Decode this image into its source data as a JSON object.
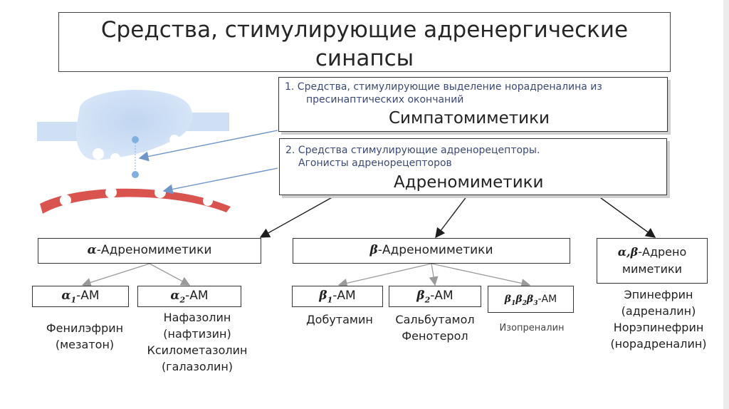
{
  "title": {
    "line1": "Средства, стимулирующие адренергические",
    "line2": "синапсы"
  },
  "group1": {
    "line1": "1.   Средства, стимулирующие выделение норадреналина из",
    "line2": "пресинаптических окончаний",
    "name": "Симпатомиметики"
  },
  "group2": {
    "line1": "2. Средства стимулирующие адренорецепторы.",
    "line2": "Агонисты адренорецепторов",
    "name": "Адреномиметики"
  },
  "categories": {
    "alpha": {
      "prefix": "α",
      "label": "-Адреномиметики"
    },
    "beta": {
      "prefix": "β",
      "label": "-Адреномиметики"
    },
    "alpha_beta": {
      "prefix": "α,β",
      "label1": "-Адрено",
      "label2": "миметики"
    }
  },
  "subtypes": {
    "a1": {
      "prefix": "α",
      "sub": "1",
      "label": "-АМ"
    },
    "a2": {
      "prefix": "α",
      "sub": "2",
      "label": "-АМ"
    },
    "b1": {
      "prefix": "β",
      "sub": "1",
      "label": "-АМ"
    },
    "b2": {
      "prefix": "β",
      "sub": "2",
      "label": "-АМ"
    },
    "b123": {
      "prefix": "β",
      "s1": "1",
      "p2": "β",
      "s2": "2",
      "p3": "β",
      "s3": "3",
      "label": "-АМ"
    }
  },
  "drugs": {
    "a1": [
      "Фенилэфрин",
      "(мезатон)"
    ],
    "a2": [
      "Нафазолин",
      "(нафтизин)",
      "Ксилометазолин",
      "(галазолин)"
    ],
    "b1": [
      "Добутамин"
    ],
    "b2": [
      "Сальбутамол",
      "Фенотерол"
    ],
    "b123": [
      "Изопреналин"
    ],
    "ab": [
      "Эпинефрин",
      "(адреналин)",
      "Норэпинефрин",
      "(норадреналин)"
    ]
  },
  "colors": {
    "neuron": "#c9dcf3",
    "neuron_edge": "#9fbfe6",
    "membrane": "#d9534f",
    "vesicle": "#7fb0e0",
    "arrow_blue": "#6f95c9",
    "arrow_dark": "#1e1e1e",
    "arrow_gray": "#9a9a9a"
  }
}
